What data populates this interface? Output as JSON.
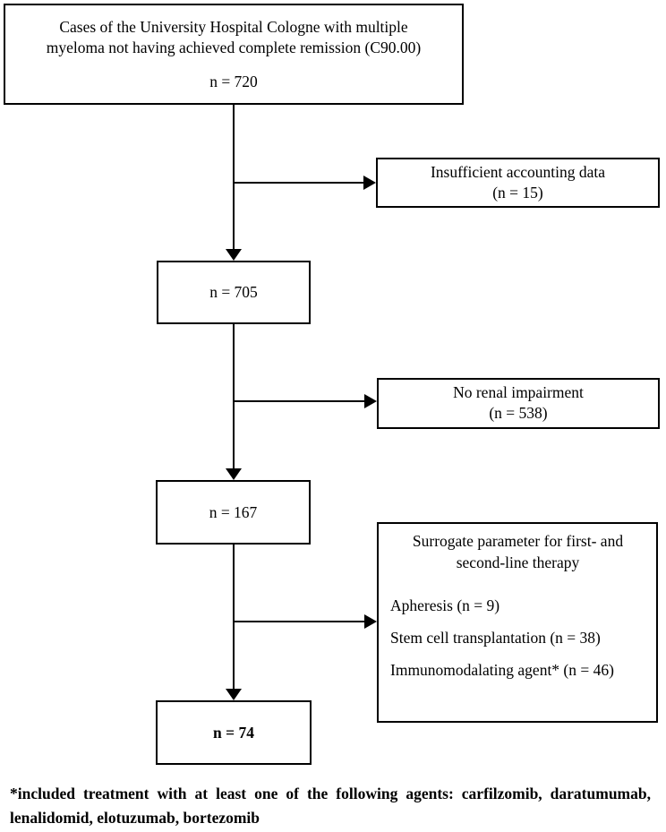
{
  "colors": {
    "ink": "#000000",
    "background": "#ffffff"
  },
  "diagram": {
    "top_box": {
      "line1": "Cases of the University Hospital Cologne with multiple",
      "line2": "myeloma not having achieved complete remission (C90.00)",
      "count": "n = 720"
    },
    "exclusion_1": {
      "line1": "Insufficient accounting data",
      "line2": "(n = 15)"
    },
    "node_705": {
      "label": "n = 705"
    },
    "exclusion_2": {
      "line1": "No renal impairment",
      "line2": "(n = 538)"
    },
    "node_167": {
      "label": "n = 167"
    },
    "exclusion_3": {
      "title_line1": "Surrogate parameter for first- and",
      "title_line2": "second-line therapy",
      "items": [
        "Apheresis (n = 9)",
        "Stem cell transplantation (n = 38)",
        "Immunomodalating agent* (n = 46)"
      ]
    },
    "node_74": {
      "label": "n = 74"
    },
    "footnote": {
      "text": "*included treatment with at least one of the following agents: carfilzomib, daratumumab, lenalidomid, elotuzumab, bortezomib"
    }
  }
}
